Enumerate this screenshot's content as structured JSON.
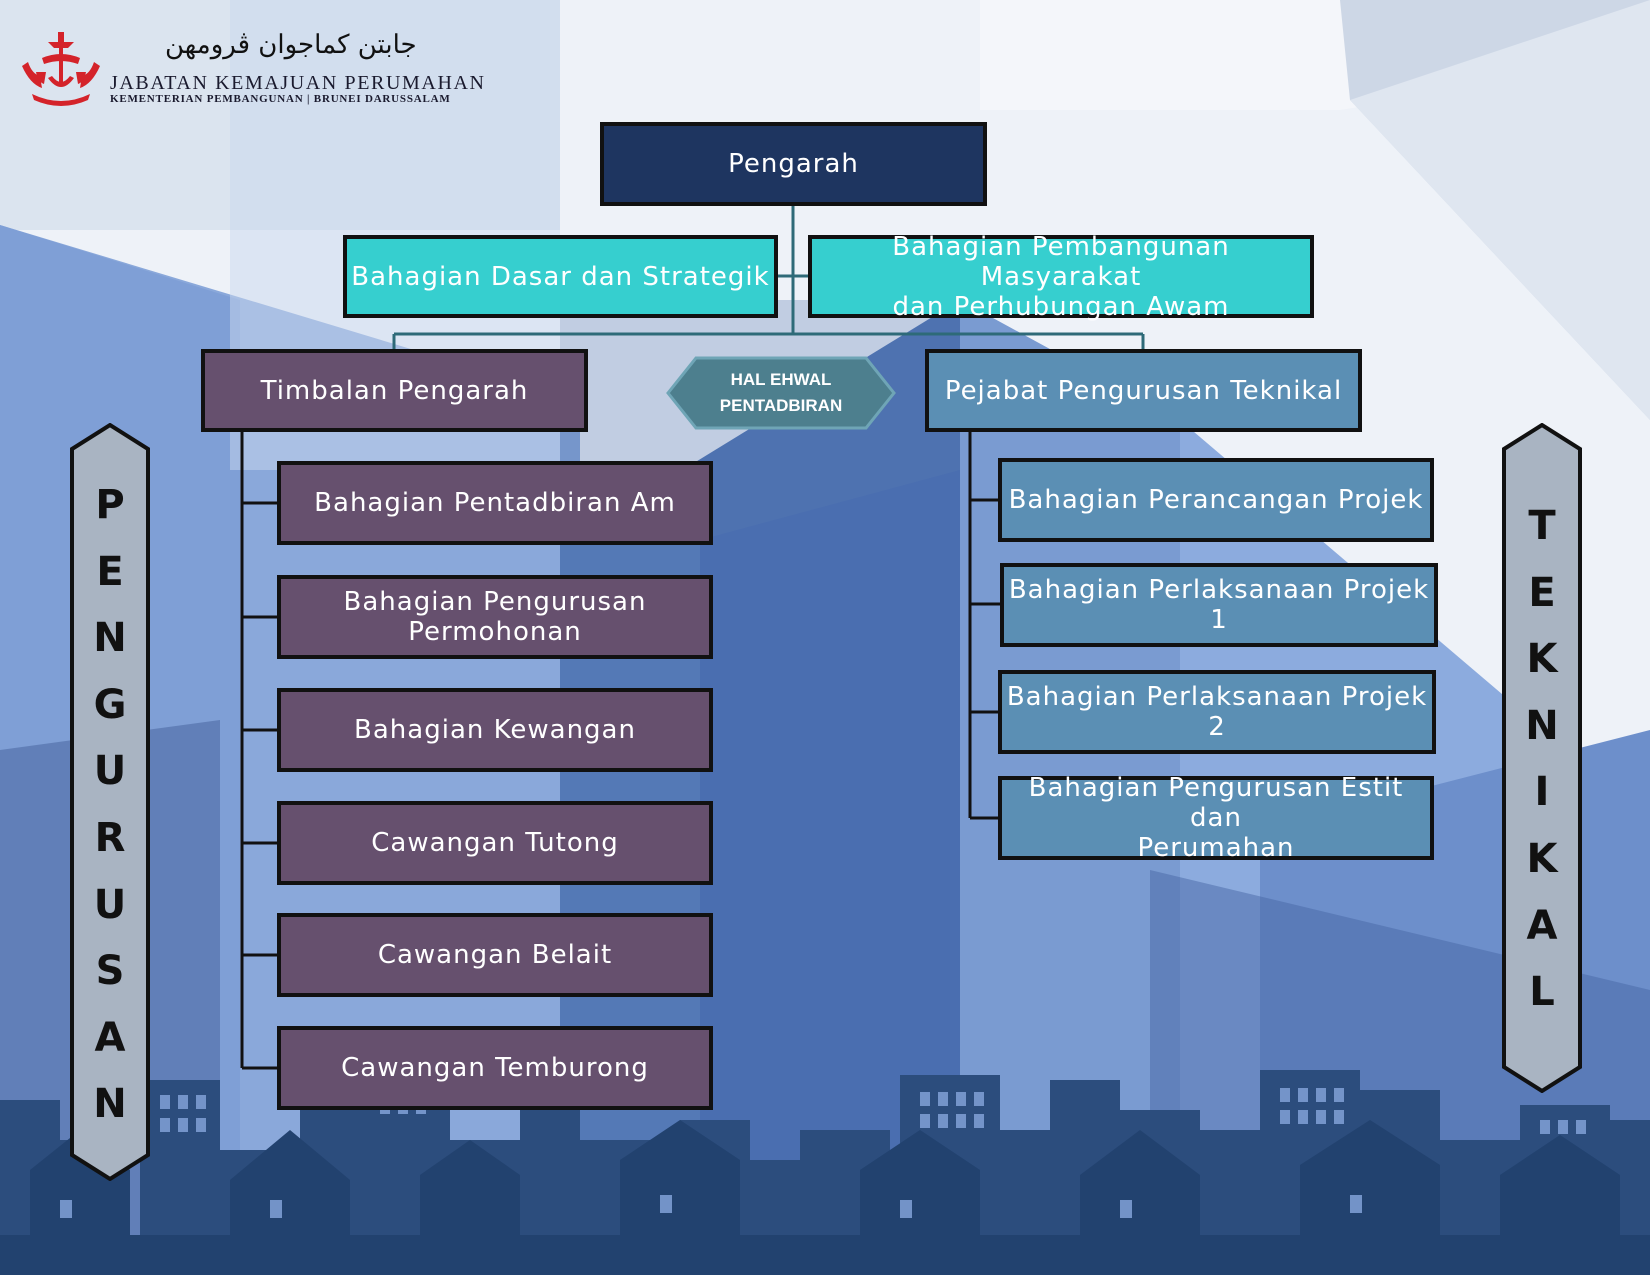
{
  "header": {
    "arabic_name": "جابتن كماجوان ڤرومهن",
    "title": "JABATAN KEMAJUAN PERUMAHAN",
    "subtitle": "KEMENTERIAN PEMBANGUNAN | BRUNEI DARUSSALAM"
  },
  "chart": {
    "director": "Pengarah",
    "advisory": {
      "left": "Bahagian Dasar dan Strategik",
      "right_line1": "Bahagian Pembangunan Masyarakat",
      "right_line2": "dan Perhubungan Awam"
    },
    "deputy": "Timbalan Pengarah",
    "hal_ehwal": {
      "line1": "HAL EHWAL",
      "line2": "PENTADBIRAN"
    },
    "technical_office": "Pejabat Pengurusan Teknikal",
    "management_units": [
      {
        "line1": "Bahagian Pentadbiran Am",
        "line2": ""
      },
      {
        "line1": "Bahagian Pengurusan",
        "line2": "Permohonan"
      },
      {
        "line1": "Bahagian Kewangan",
        "line2": ""
      },
      {
        "line1": "Cawangan Tutong",
        "line2": ""
      },
      {
        "line1": "Cawangan Belait",
        "line2": ""
      },
      {
        "line1": "Cawangan Temburong",
        "line2": ""
      }
    ],
    "technical_units": [
      {
        "line1": "Bahagian Perancangan Projek",
        "line2": ""
      },
      {
        "line1": "Bahagian Perlaksanaan Projek 1",
        "line2": ""
      },
      {
        "line1": "Bahagian Perlaksanaan Projek 2",
        "line2": ""
      },
      {
        "line1": "Bahagian Pengurusan Estit dan",
        "line2": "Perumahan"
      }
    ]
  },
  "banners": {
    "left": [
      "P",
      "E",
      "N",
      "G",
      "U",
      "R",
      "U",
      "S",
      "A",
      "N"
    ],
    "right": [
      "T",
      "E",
      "K",
      "N",
      "I",
      "K",
      "A",
      "L"
    ]
  },
  "colors": {
    "director": "#1e3560",
    "advisory": "#36cfcf",
    "management": "#66506e",
    "technical": "#5b8fb4",
    "hex": "#4d7f8e",
    "banner": "#a9b4c2",
    "logo_red": "#d4232a"
  }
}
